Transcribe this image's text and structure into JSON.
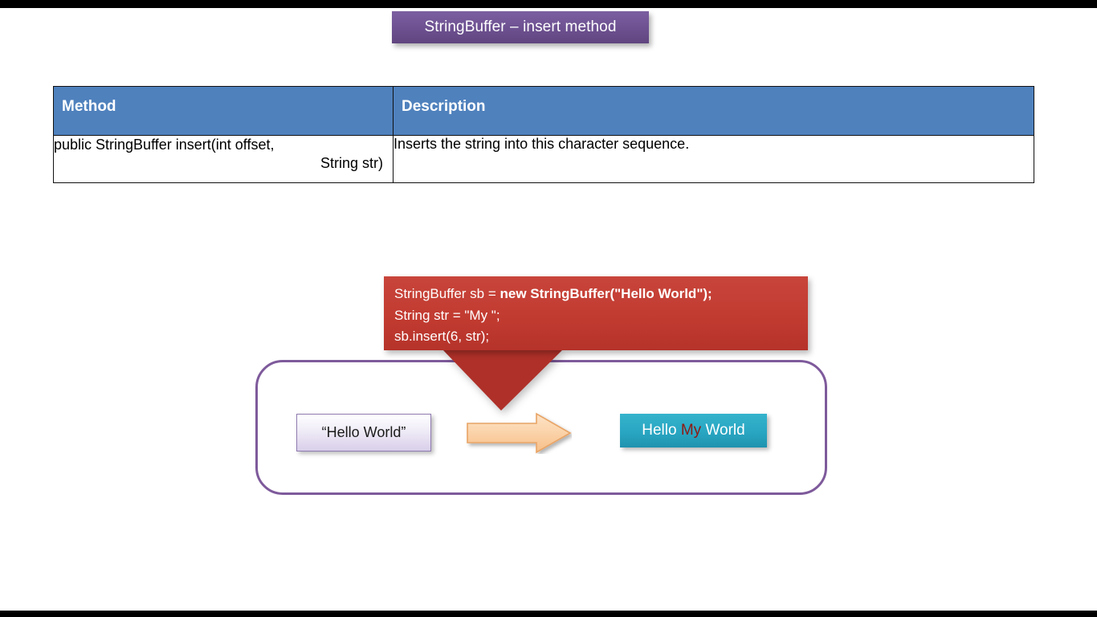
{
  "slide": {
    "title": "StringBuffer – insert method"
  },
  "table": {
    "headers": [
      "Method",
      "Description"
    ],
    "rows": [
      {
        "method_line_1": "public StringBuffer insert(int offset,",
        "method_line_2": "String str)",
        "description": "Inserts the string into this character sequence."
      }
    ]
  },
  "code_callout": {
    "line_1_prefix": "StringBuffer sb = ",
    "line_1_bold": "new StringBuffer(\"Hello  World\");",
    "line_2": "String str = \"My \";",
    "line_3": "sb.insert(6, str);"
  },
  "demo": {
    "source_label": "“Hello  World”",
    "arrow_icon": "right-block-arrow-icon",
    "result_prefix": "Hello  ",
    "result_inserted": "My",
    "result_suffix": " World"
  },
  "colors": {
    "title_banner": "#6E5292",
    "table_header": "#4F81BD",
    "callout_body": "#C23B31",
    "callout_tail": "#AF3029",
    "panel_border": "#7E5A9B",
    "source_box_border": "#8F7BB0",
    "arrow_fill": "#FAD2AA",
    "arrow_border": "#E8A466",
    "result_box": "#29A6C2",
    "result_inserted_text": "#8E1A13",
    "letterbox": "#000000"
  }
}
